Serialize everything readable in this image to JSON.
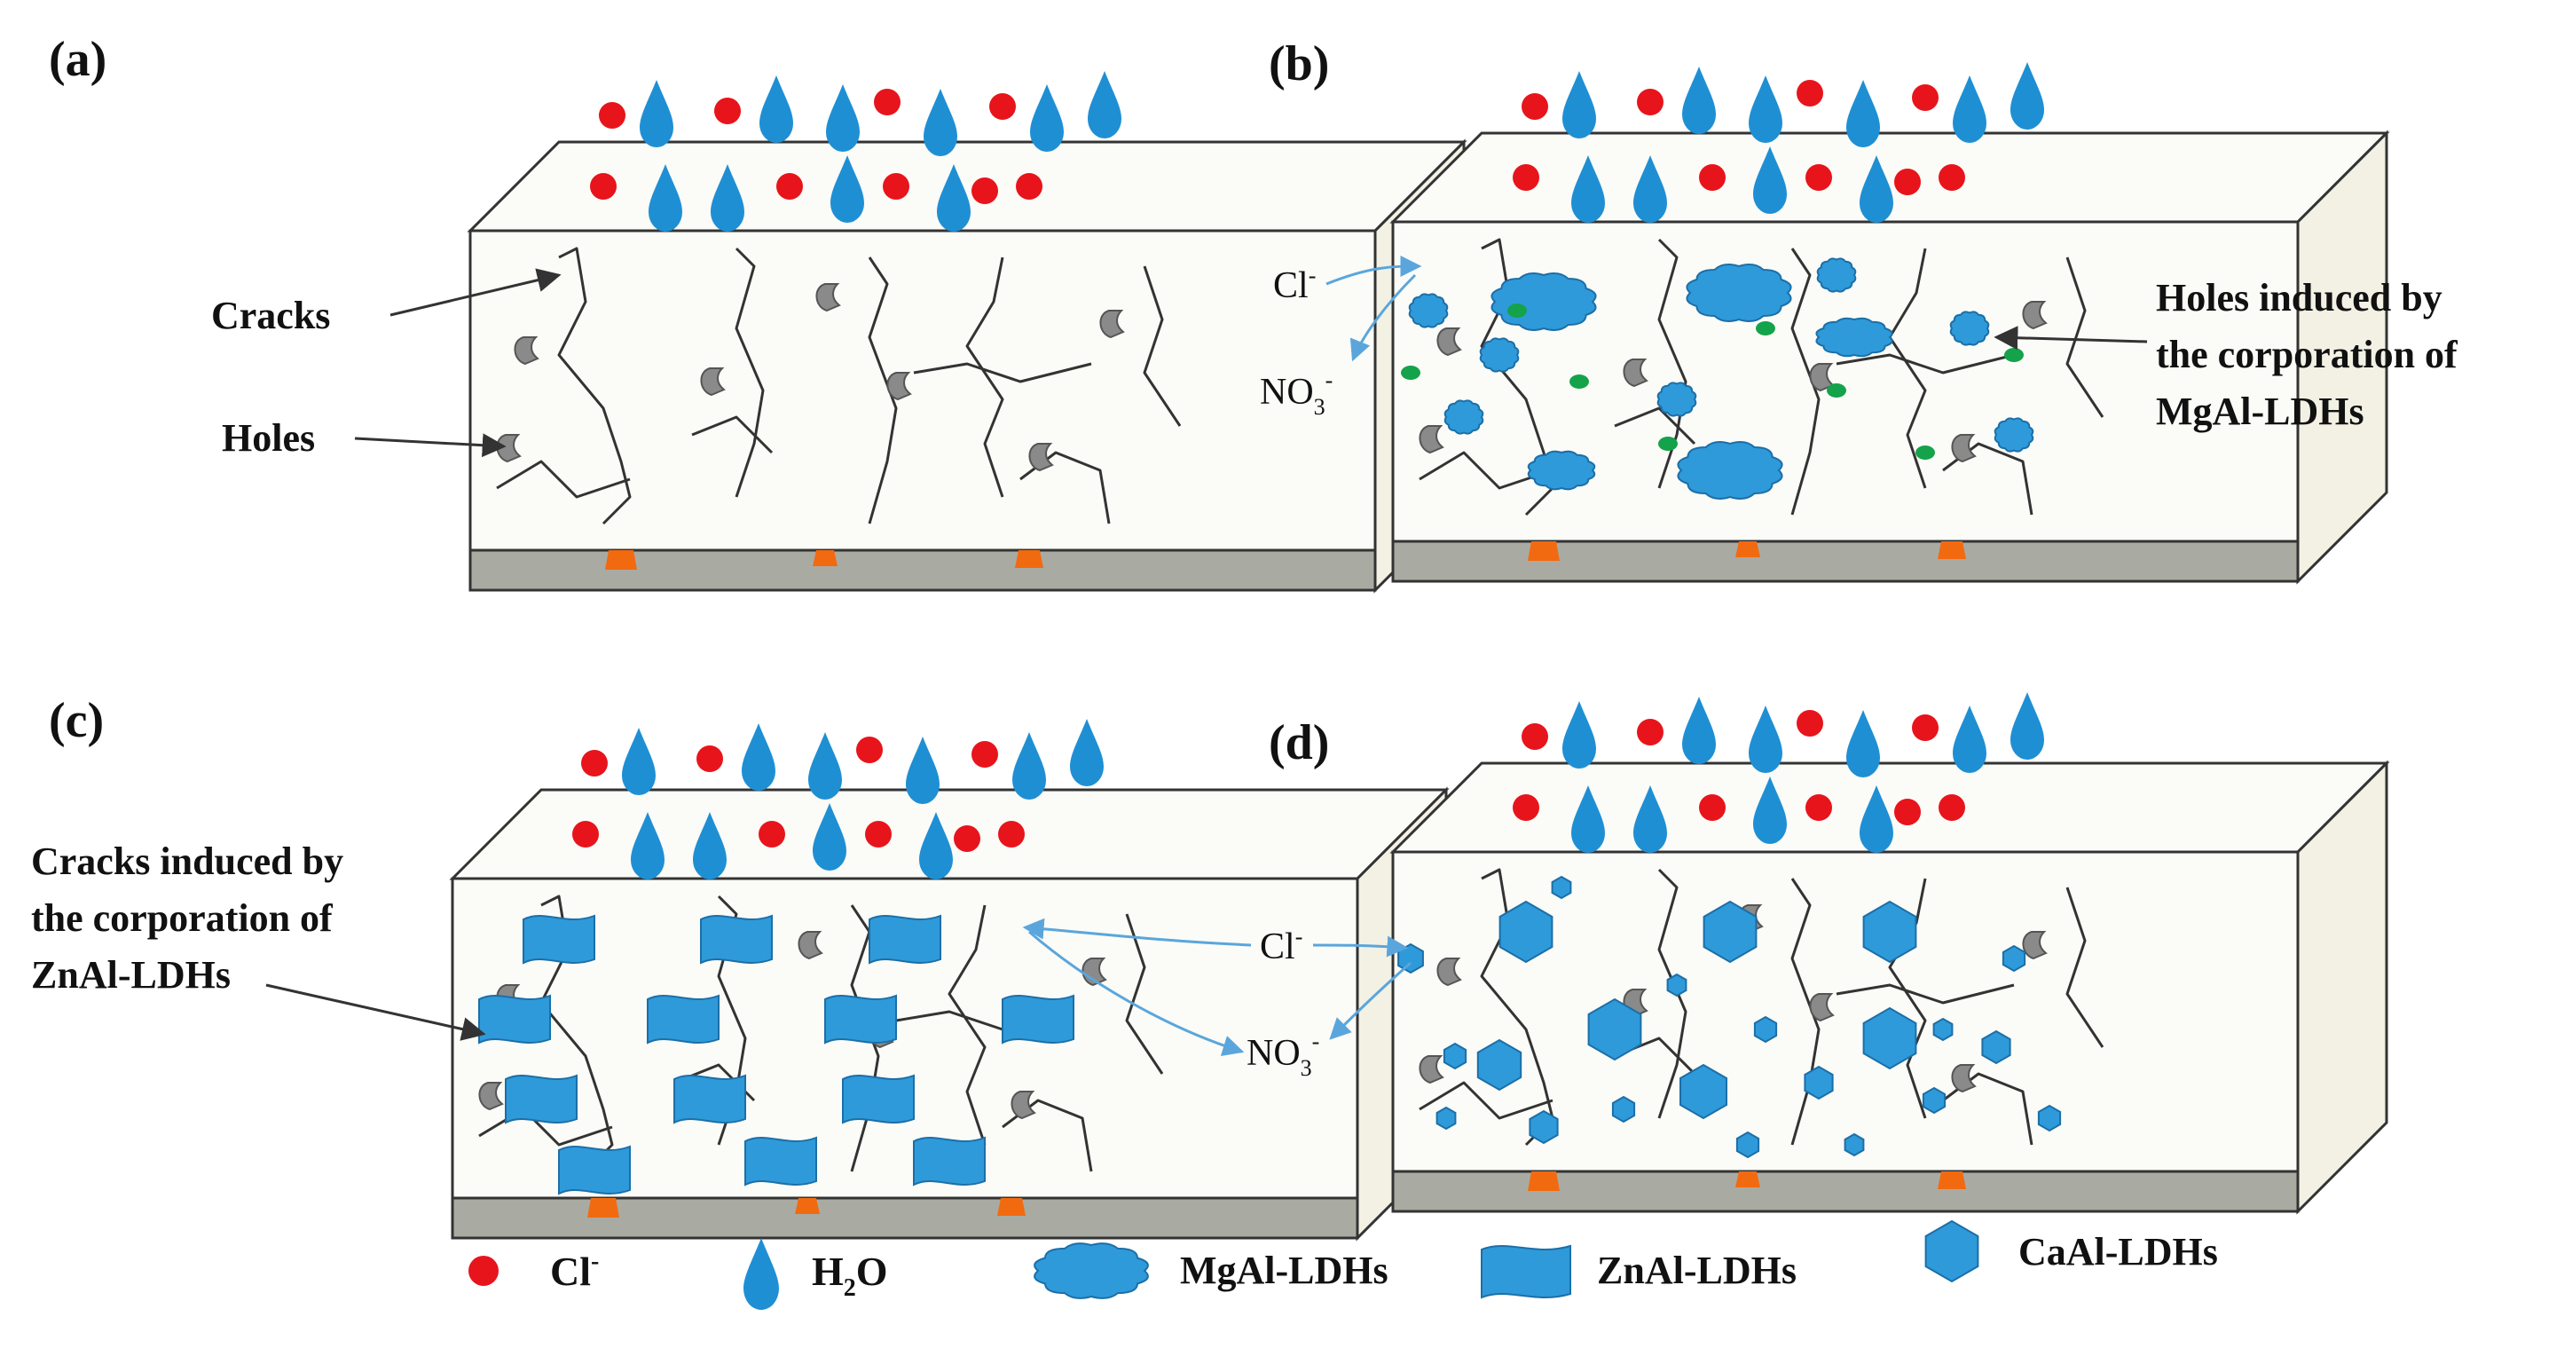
{
  "panels": [
    {
      "id": "a",
      "label": "(a)",
      "fill": "none"
    },
    {
      "id": "b",
      "label": "(b)",
      "fill": "mgal"
    },
    {
      "id": "c",
      "label": "(c)",
      "fill": "znal"
    },
    {
      "id": "d",
      "label": "(d)",
      "fill": "caal"
    }
  ],
  "annotations": {
    "cracks": "Cracks",
    "holes": "Holes",
    "holes_induced": [
      "Holes induced by",
      "the corporation of",
      "MgAl-LDHs"
    ],
    "cracks_induced": [
      "Cracks induced by",
      "the corporation of",
      "ZnAl-LDHs"
    ],
    "cl_ion": {
      "base": "Cl",
      "sup": "-"
    },
    "no3_ion": {
      "base": "NO",
      "sub": "3",
      "sup": "-"
    }
  },
  "legend": [
    {
      "key": "cl",
      "base": "Cl",
      "sup": "-"
    },
    {
      "key": "h2o",
      "base": "H",
      "sub": "2",
      "tail": "O"
    },
    {
      "key": "mgal",
      "text": "MgAl-LDHs"
    },
    {
      "key": "znal",
      "text": "ZnAl-LDHs"
    },
    {
      "key": "caal",
      "text": "CaAl-LDHs"
    }
  ],
  "colors": {
    "chloride": "#e8141b",
    "water": "#1f8fd4",
    "ldh": "#2f9ad9",
    "ldh_stroke": "#1b6fa8",
    "coating": "#fbfbf7",
    "side": "#f2f1e4",
    "substrate": "#a9aba3",
    "rust": "#f26a10",
    "hole": "#8a8a8a",
    "green": "#14a34a",
    "arrow_blue": "#5aa6dc",
    "line": "#333333"
  },
  "icons": [
    "chloride-ion-icon",
    "water-droplet-icon",
    "mgal-ldh-cloud-icon",
    "znal-ldh-flag-icon",
    "caal-ldh-hexagon-icon"
  ]
}
